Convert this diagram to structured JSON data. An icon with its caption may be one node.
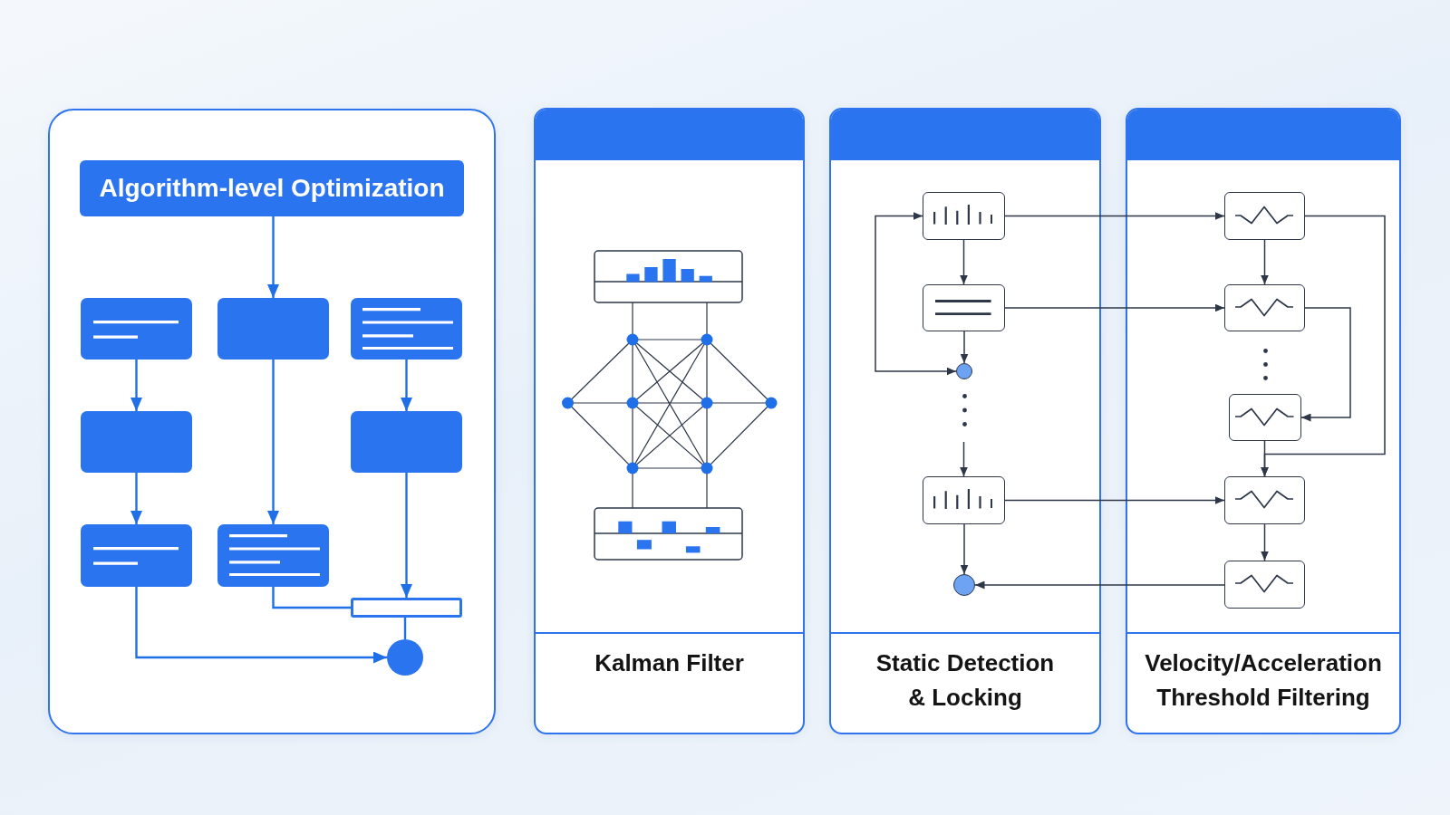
{
  "diagram": {
    "nodes": [
      {
        "text": [],
        "shape": "box"
      },
      {
        "text": [
          "Algorithm-level Optimization"
        ],
        "in": 0
      },
      {
        "text": [],
        "shape": "box",
        "in": 0
      },
      {
        "text": [],
        "shape": "box",
        "in": 0
      },
      {
        "text": [],
        "shape": "box",
        "in": 0
      },
      {
        "text": [],
        "shape": "box",
        "in": 0
      },
      {
        "text": [],
        "shape": "box",
        "in": 0
      },
      {
        "text": [],
        "shape": "box",
        "in": 0
      },
      {
        "text": [],
        "shape": "box",
        "in": 0
      },
      {
        "text": [],
        "shape": "bar",
        "in": 0
      },
      {
        "text": [],
        "shape": "circle",
        "in": 0
      },
      {
        "text": [
          "Kalman Filter"
        ]
      },
      {
        "text": [
          "Static Detection & Locking"
        ]
      },
      {
        "text": [],
        "shape": "box",
        "in": 12
      },
      {
        "text": [],
        "shape": "box",
        "in": 12
      },
      {
        "text": [],
        "shape": "circle",
        "in": 12
      },
      {
        "text": [],
        "shape": "box",
        "in": 12
      },
      {
        "text": [],
        "shape": "circle",
        "in": 12
      },
      {
        "text": [
          "Velocity/Acceleration Threshold Filtering"
        ]
      },
      {
        "text": [],
        "shape": "box",
        "in": 18
      },
      {
        "text": [],
        "shape": "box",
        "in": 18
      },
      {
        "text": [],
        "shape": "box",
        "in": 18
      },
      {
        "text": [],
        "shape": "box",
        "in": 18
      },
      {
        "text": [],
        "shape": "box",
        "in": 18
      }
    ],
    "edges": [
      {
        "from": 1,
        "to": 3,
        "arrow": "to",
        "color": "#1f6fe8"
      },
      {
        "from": 2,
        "to": 5,
        "arrow": "to",
        "color": "#1f6fe8"
      },
      {
        "from": 5,
        "to": 7,
        "arrow": "to",
        "color": "#1f6fe8"
      },
      {
        "from": 3,
        "to": 8,
        "arrow": "to",
        "color": "#1f6fe8"
      },
      {
        "from": 4,
        "to": 6,
        "arrow": "to",
        "color": "#1f6fe8"
      },
      {
        "from": 6,
        "to": 9,
        "arrow": "to",
        "color": "#1f6fe8"
      },
      {
        "from": 8,
        "to": 9,
        "arrow": "none",
        "color": "#1f6fe8"
      },
      {
        "from": 9,
        "to": 10,
        "arrow": "none",
        "color": "#1f6fe8"
      },
      {
        "from": 7,
        "to": 10,
        "arrow": "to",
        "color": "#1f6fe8"
      },
      {
        "from": 13,
        "to": 14,
        "arrow": "to"
      },
      {
        "from": 14,
        "to": 15,
        "arrow": "to"
      },
      {
        "from": 15,
        "to": 13,
        "arrow": "both"
      },
      {
        "from": null,
        "to": 16,
        "arrow": "to"
      },
      {
        "from": 16,
        "to": 17,
        "arrow": "to"
      },
      {
        "from": 13,
        "to": 19,
        "arrow": "to"
      },
      {
        "from": 14,
        "to": 20,
        "arrow": "to"
      },
      {
        "from": 16,
        "to": 22,
        "arrow": "to"
      },
      {
        "from": 23,
        "to": 17,
        "arrow": "to"
      },
      {
        "from": 19,
        "to": 20,
        "arrow": "to"
      },
      {
        "from": 20,
        "to": 21,
        "arrow": "to"
      },
      {
        "from": 19,
        "to": 22,
        "arrow": "to"
      },
      {
        "from": 21,
        "to": 22,
        "arrow": "to"
      },
      {
        "from": 22,
        "to": 23,
        "arrow": "to"
      }
    ]
  }
}
